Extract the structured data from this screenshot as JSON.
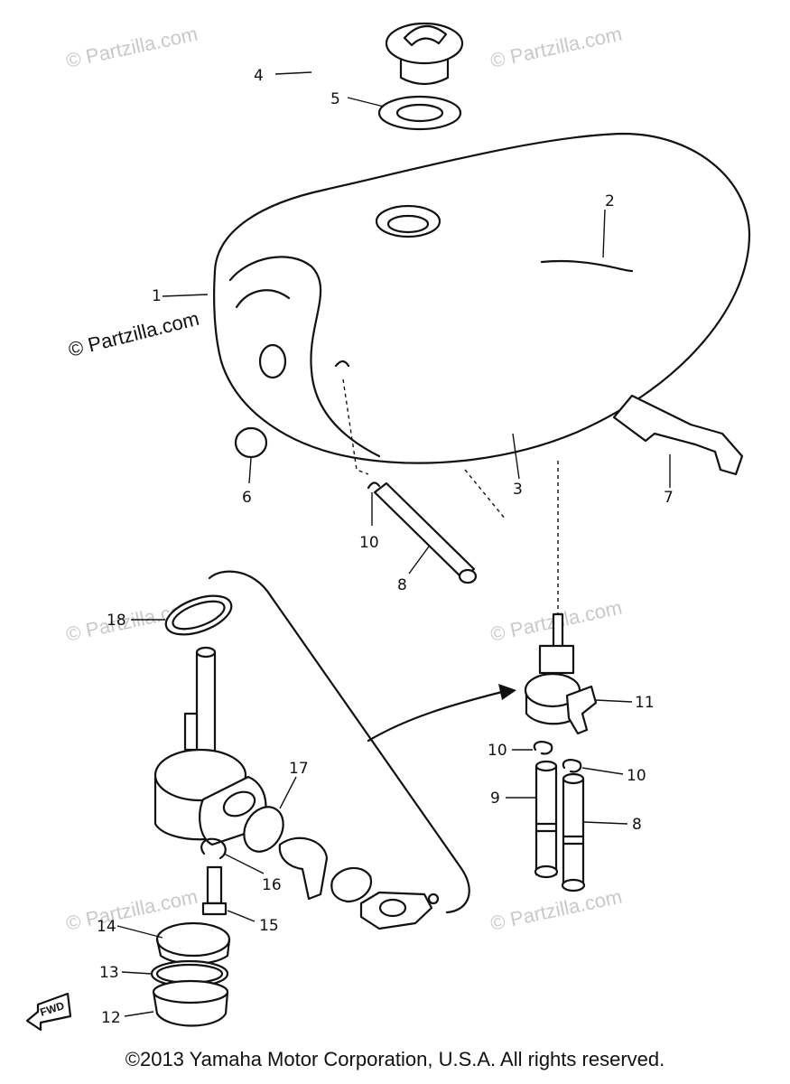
{
  "diagram": {
    "parts": [
      {
        "id": "p1",
        "label": "1"
      },
      {
        "id": "p2",
        "label": "2"
      },
      {
        "id": "p3",
        "label": "3"
      },
      {
        "id": "p4",
        "label": "4"
      },
      {
        "id": "p5",
        "label": "5"
      },
      {
        "id": "p6",
        "label": "6"
      },
      {
        "id": "p7",
        "label": "7"
      },
      {
        "id": "p8a",
        "label": "8"
      },
      {
        "id": "p10a",
        "label": "10"
      },
      {
        "id": "p18",
        "label": "18"
      },
      {
        "id": "p11",
        "label": "11"
      },
      {
        "id": "p10b",
        "label": "10"
      },
      {
        "id": "p10c",
        "label": "10"
      },
      {
        "id": "p9",
        "label": "9"
      },
      {
        "id": "p8b",
        "label": "8"
      },
      {
        "id": "p17",
        "label": "17"
      },
      {
        "id": "p16",
        "label": "16"
      },
      {
        "id": "p15",
        "label": "15"
      },
      {
        "id": "p14",
        "label": "14"
      },
      {
        "id": "p13",
        "label": "13"
      },
      {
        "id": "p12",
        "label": "12"
      }
    ],
    "watermark": "© Partzilla.com",
    "fwd_label": "FWD"
  },
  "footer": {
    "copyright": "©2013 Yamaha Motor Corporation, U.S.A. All rights reserved."
  }
}
